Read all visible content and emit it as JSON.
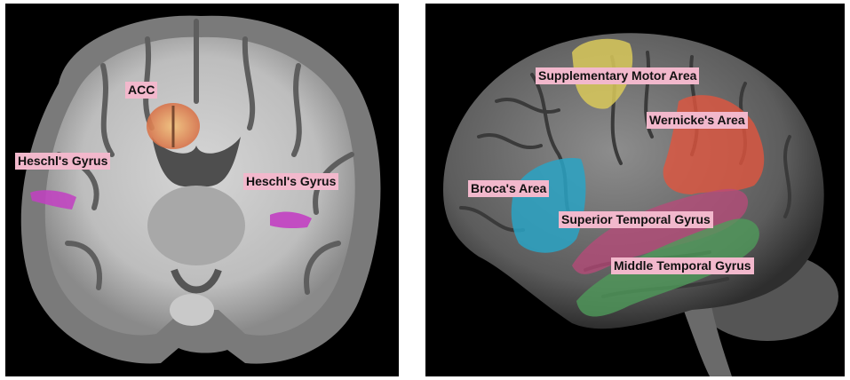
{
  "panels": {
    "coronal": {
      "labels": {
        "acc": "ACC",
        "heschl_left": "Heschl's Gyrus",
        "heschl_right": "Heschl's Gyrus"
      }
    },
    "lateral": {
      "labels": {
        "sma": "Supplementary Motor Area",
        "wernicke": "Wernicke's Area",
        "broca": "Broca's Area",
        "stg": "Superior Temporal Gyrus",
        "mtg": "Middle Temporal Gyrus"
      }
    }
  },
  "colors": {
    "background": "#000000",
    "label_bg": "#f2b8cc",
    "acc_region": "#e89a5a",
    "heschl_region": "#c23fc2",
    "sma_region": "#d9c95a",
    "wernicke_region": "#e0553f",
    "broca_region": "#2aa3c4",
    "stg_region": "#b94a7a",
    "mtg_region": "#4f9a5a"
  }
}
